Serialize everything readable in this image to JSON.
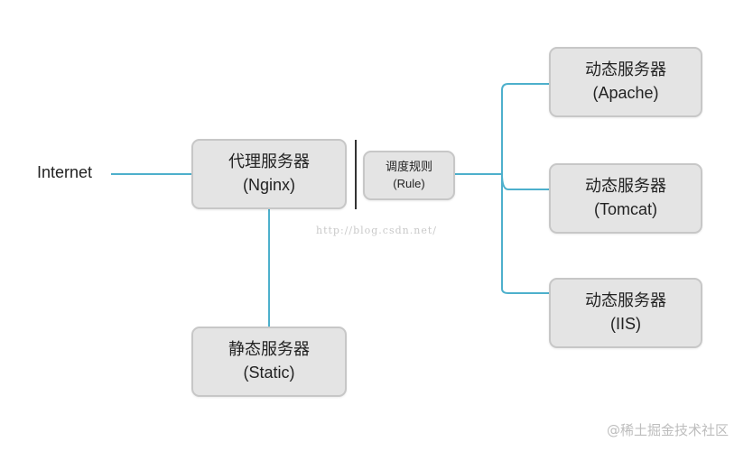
{
  "internet_label": "Internet",
  "nodes": {
    "proxy": {
      "title": "代理服务器",
      "subtitle": "(Nginx)"
    },
    "rule": {
      "title": "调度规则",
      "subtitle": "(Rule)"
    },
    "static": {
      "title": "静态服务器",
      "subtitle": "(Static)"
    },
    "apache": {
      "title": "动态服务器",
      "subtitle": "(Apache)"
    },
    "tomcat": {
      "title": "动态服务器",
      "subtitle": "(Tomcat)"
    },
    "iis": {
      "title": "动态服务器",
      "subtitle": "(IIS)"
    }
  },
  "watermark": "http://blog.csdn.net/",
  "brand": "@稀土掘金技术社区",
  "colors": {
    "connector": "#4db0cc",
    "box_fill": "#e4e4e4",
    "box_border": "#c7c7c7"
  }
}
